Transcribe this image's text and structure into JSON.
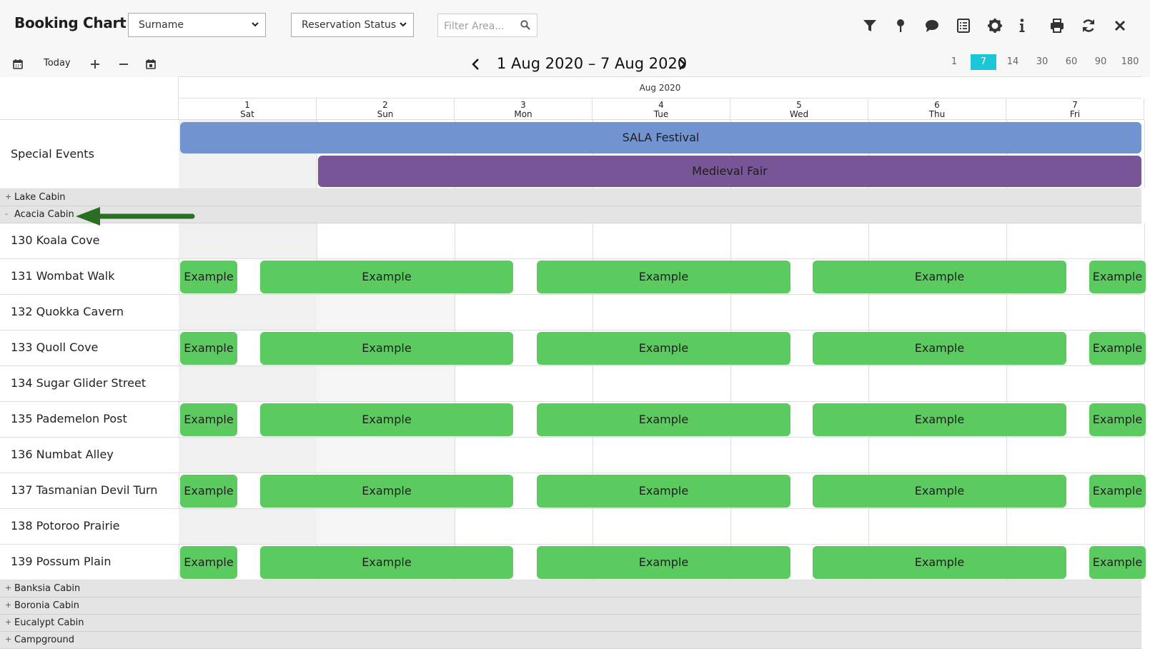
{
  "app": {
    "title": "Booking Chart"
  },
  "filters": {
    "sort_select": "Surname",
    "status_select": "Reservation Status",
    "area_placeholder": "Filter Area..."
  },
  "toolbar_icons": [
    "filter-icon",
    "pin-icon",
    "comment-icon",
    "list-icon",
    "gear-icon",
    "info-icon",
    "print-icon",
    "refresh-icon",
    "close-icon"
  ],
  "nav": {
    "today_label": "Today",
    "date_range": "1 Aug 2020 – 7 Aug 2020",
    "zoom_options": [
      "1",
      "7",
      "14",
      "30",
      "60",
      "90",
      "180"
    ],
    "zoom_selected": "7"
  },
  "calendar": {
    "month": "Aug 2020",
    "days": [
      {
        "num": "1",
        "name": "Sat"
      },
      {
        "num": "2",
        "name": "Sun"
      },
      {
        "num": "3",
        "name": "Mon"
      },
      {
        "num": "4",
        "name": "Tue"
      },
      {
        "num": "5",
        "name": "Wed"
      },
      {
        "num": "6",
        "name": "Thu"
      },
      {
        "num": "7",
        "name": "Fri"
      }
    ]
  },
  "special_events": {
    "label": "Special Events",
    "events": [
      {
        "name": "SALA Festival",
        "color": "#7194d0"
      },
      {
        "name": "Medieval Fair",
        "color": "#775597"
      }
    ]
  },
  "groups_top": [
    {
      "expander": "+",
      "label": "Lake Cabin"
    },
    {
      "expander": "-",
      "label": "Acacia Cabin"
    }
  ],
  "rooms": [
    "130 Koala Cove",
    "131 Wombat Walk",
    "132 Quokka Cavern",
    "133 Quoll Cove",
    "134 Sugar Glider Street",
    "135 Pademelon Post",
    "136 Numbat Alley",
    "137 Tasmanian Devil Turn",
    "138 Potoroo Prairie",
    "139 Possum Plain"
  ],
  "booking_label": "Example",
  "booking_color": "#5ccb5f",
  "groups_bottom": [
    {
      "expander": "+",
      "label": "Banksia Cabin"
    },
    {
      "expander": "+",
      "label": "Boronia Cabin"
    },
    {
      "expander": "+",
      "label": "Eucalypt Cabin"
    },
    {
      "expander": "+",
      "label": "Campground"
    }
  ],
  "annotation_arrow_color": "#2a6e22"
}
